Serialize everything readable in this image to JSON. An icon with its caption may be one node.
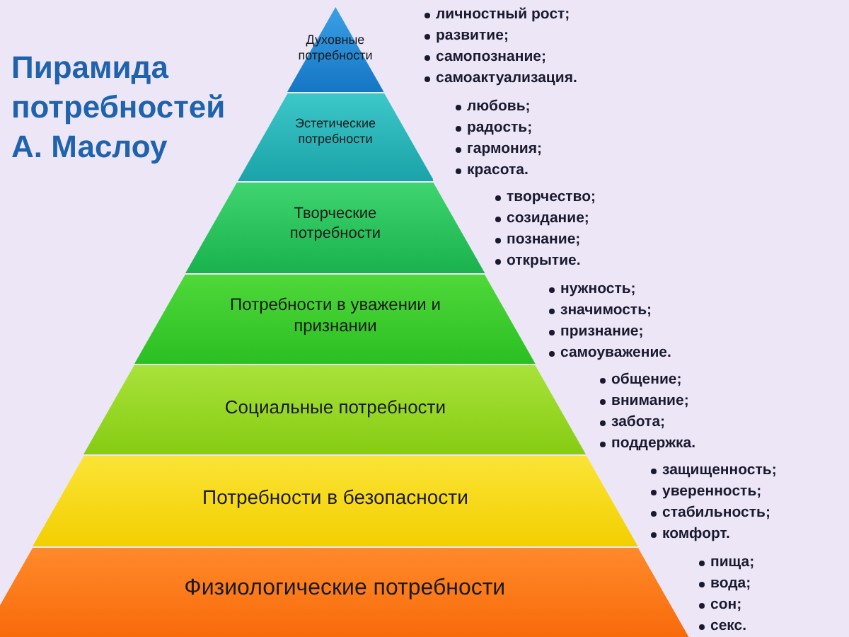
{
  "diagram": {
    "title": "Пирамида потребностей А. Маслоу",
    "nodes": [
      {
        "text": [
          "Духовные потребности"
        ],
        "beside": [
          "личностный рост;",
          "развитие;",
          "самопознание;",
          "самоактуализация."
        ]
      },
      {
        "text": [
          "Эстетические потребности"
        ],
        "beside": [
          "любовь;",
          "радость;",
          "гармония;",
          "красота."
        ]
      },
      {
        "text": [
          "Творческие потребности"
        ],
        "beside": [
          "творчество;",
          "созидание;",
          "познание;",
          "открытие."
        ]
      },
      {
        "text": [
          "Потребности в уважении и признании"
        ],
        "beside": [
          "нужность;",
          "значимость;",
          "признание;",
          "самоуважение."
        ]
      },
      {
        "text": [
          "Социальные потребности"
        ],
        "beside": [
          "общение;",
          "внимание;",
          "забота;",
          "поддержка."
        ]
      },
      {
        "text": [
          "Потребности в безопасности"
        ],
        "beside": [
          "защищенность;",
          "уверенность;",
          "стабильность;",
          "комфорт."
        ]
      },
      {
        "text": [
          "Физиологические потребности"
        ],
        "beside": [
          "пища;",
          "вода;",
          "сон;",
          "секс."
        ]
      }
    ]
  }
}
